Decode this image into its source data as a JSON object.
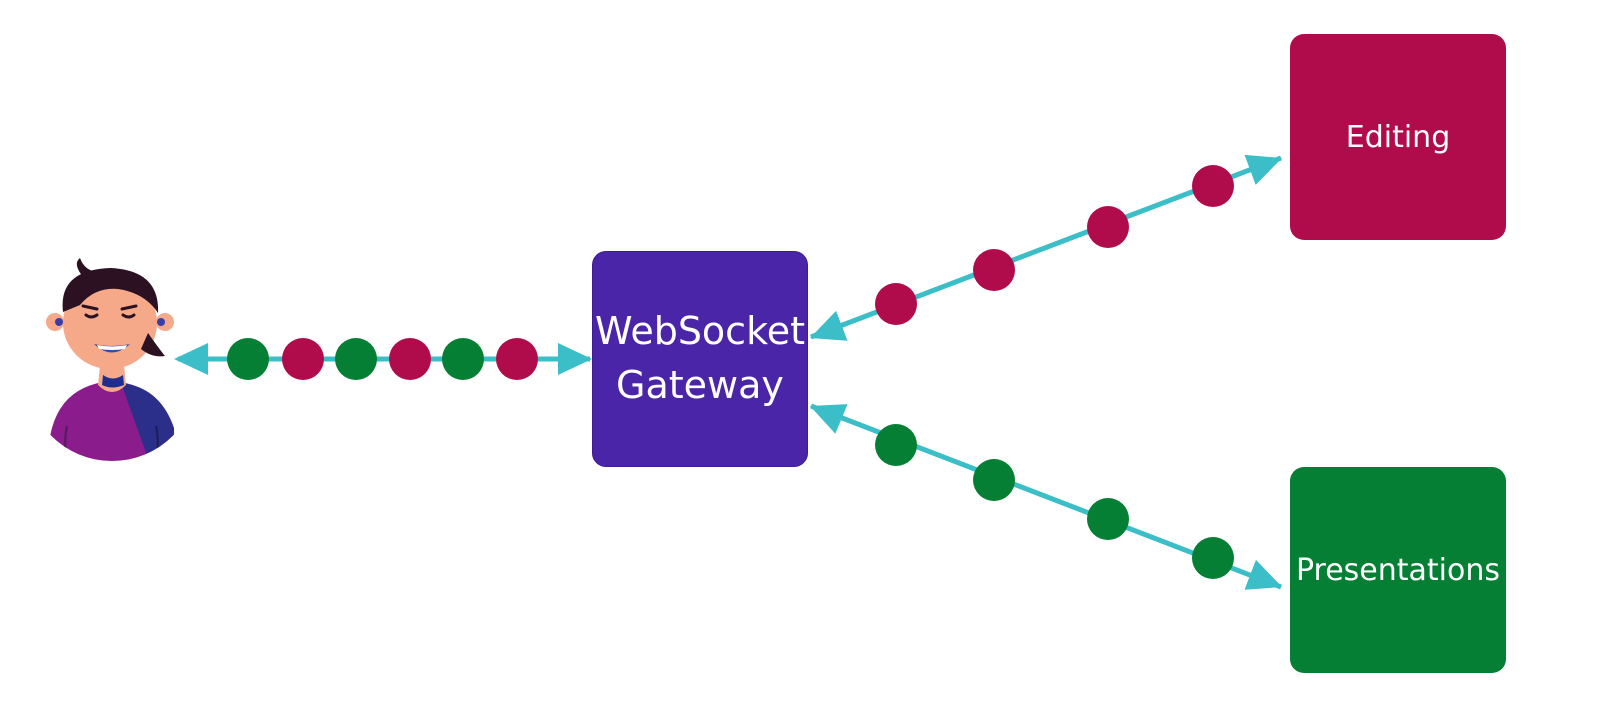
{
  "colors": {
    "connector": "#3bbec7",
    "editing_message": "#b00c4c",
    "presentation_message": "#047f33",
    "gateway_fill": "#4b25a8",
    "editing_fill": "#b00c4c",
    "presentations_fill": "#047f33"
  },
  "icons": {
    "user": "user-avatar-icon"
  },
  "nodes": {
    "gateway": {
      "label": "WebSocket\nGateway"
    },
    "editing": {
      "label": "Editing"
    },
    "presentations": {
      "label": "Presentations"
    }
  },
  "message_streams": {
    "client_gateway": [
      "presentation",
      "editing",
      "presentation",
      "editing",
      "presentation",
      "editing"
    ],
    "gateway_editing": [
      "editing",
      "editing",
      "editing",
      "editing"
    ],
    "gateway_presentations": [
      "presentation",
      "presentation",
      "presentation",
      "presentation"
    ]
  }
}
